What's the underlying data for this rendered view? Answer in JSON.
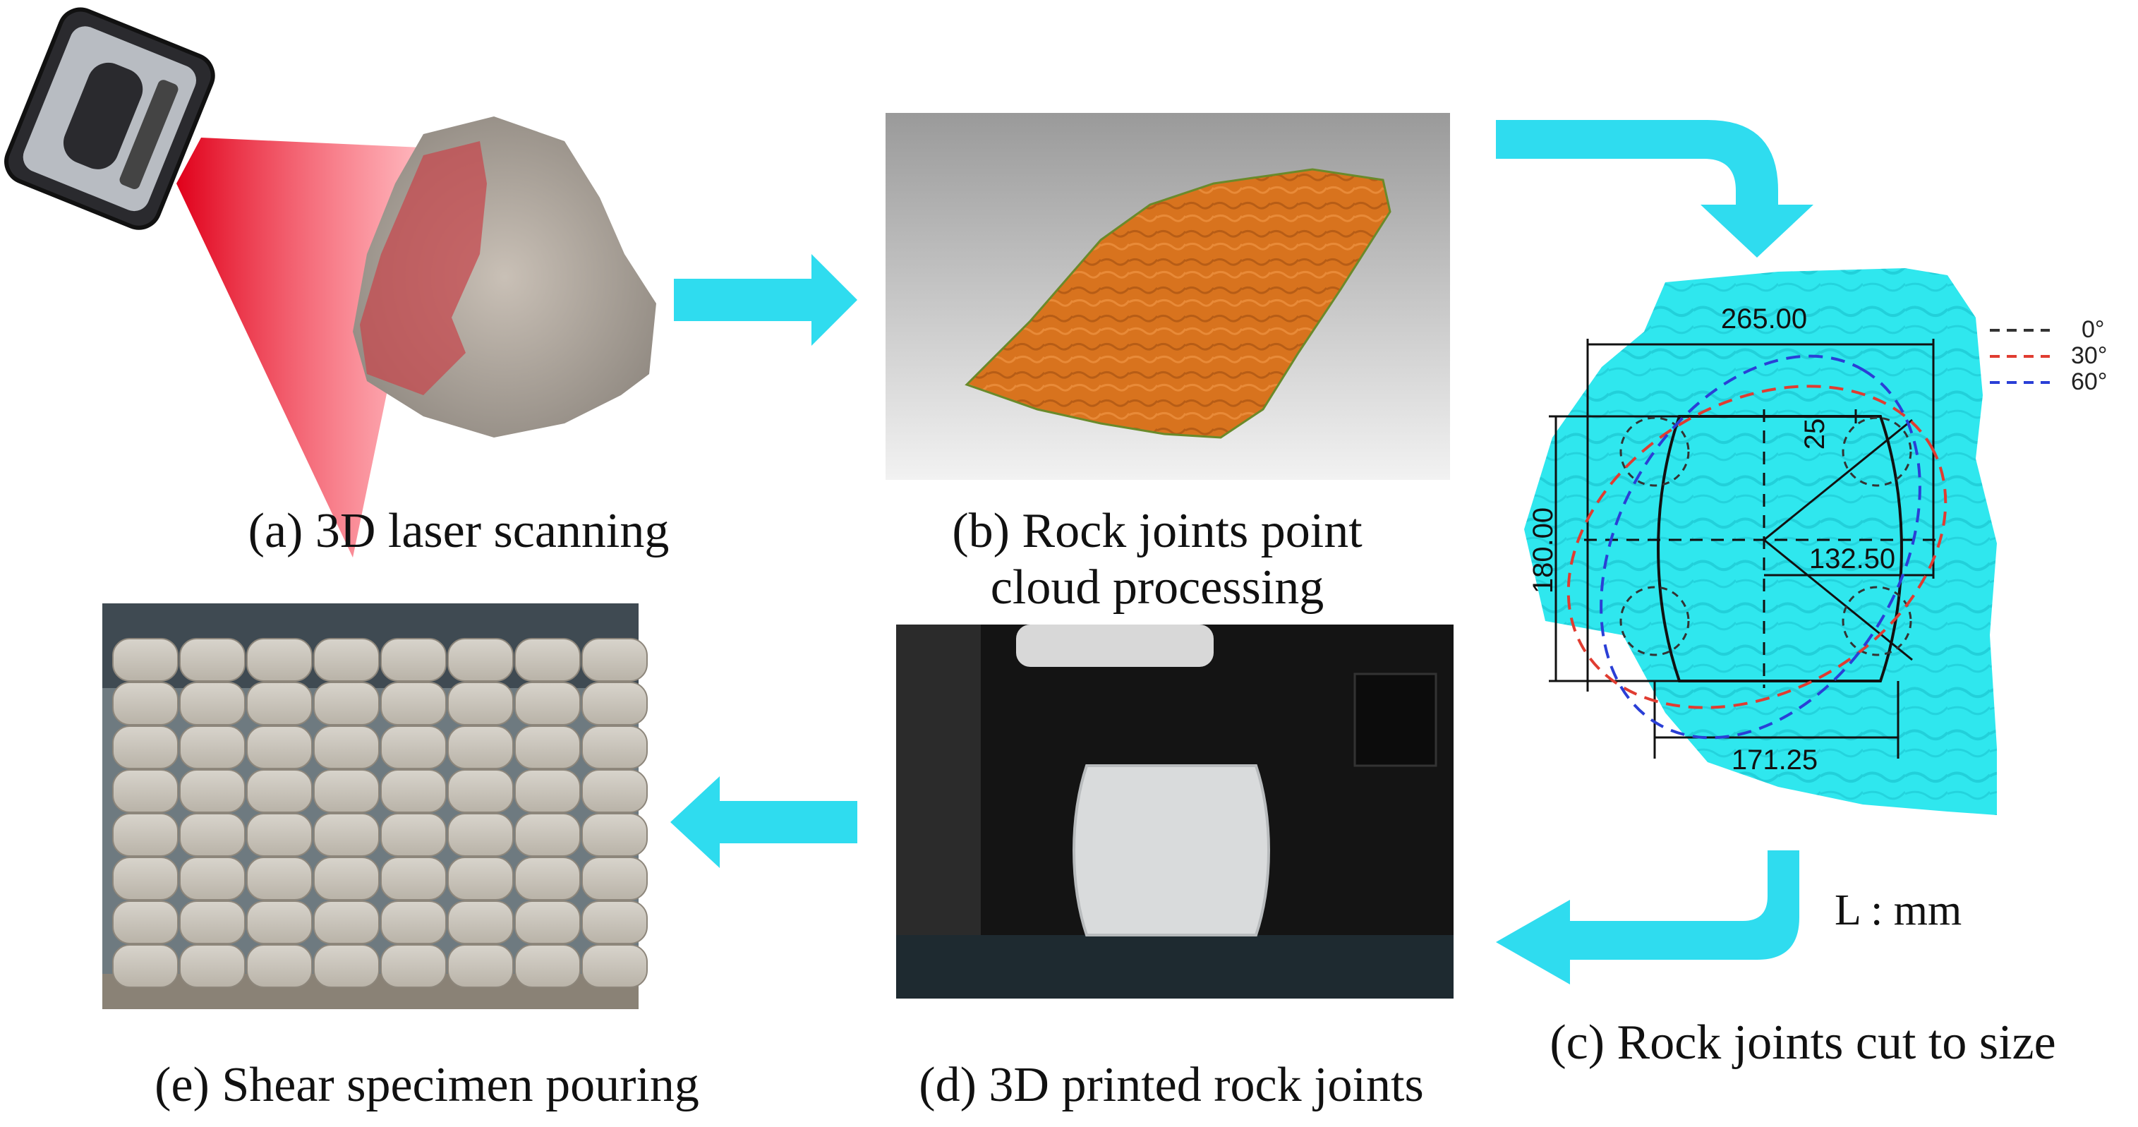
{
  "panels": {
    "a": {
      "caption": "(a) 3D laser scanning"
    },
    "b": {
      "caption_line1": "(b) Rock joints point",
      "caption_line2": "cloud processing"
    },
    "c": {
      "caption": "(c) Rock joints cut to size"
    },
    "d": {
      "caption": "(d) 3D printed rock joints"
    },
    "e": {
      "caption": "(e) Shear specimen pouring"
    }
  },
  "dimensions": {
    "width": "265.00",
    "height": "180.00",
    "half_width": "132.50",
    "bottom_flat": "171.25",
    "radius": "25"
  },
  "legend": [
    {
      "label": "0°",
      "color": "#333333"
    },
    {
      "label": "30°",
      "color": "#e03c31"
    },
    {
      "label": "60°",
      "color": "#2a3fd6"
    }
  ],
  "unit_label": "L : mm",
  "colors": {
    "arrow": "#2fdcef",
    "joint_surface": "#2fe7ee",
    "point_cloud": "#d8731e",
    "laser": "#e0001a"
  },
  "specimen_grid": {
    "columns": 8,
    "rows": 8
  }
}
